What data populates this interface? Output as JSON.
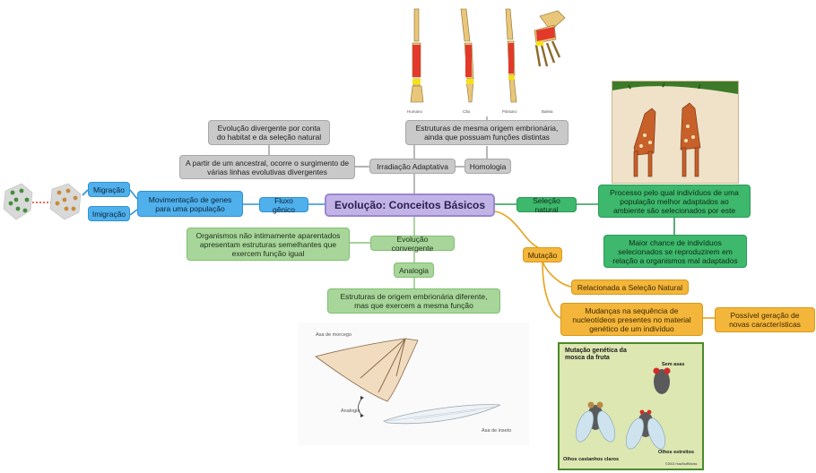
{
  "root": "Evolução: Conceitos Básicos",
  "gray": {
    "irradiacao": "Irradiação Adaptativa",
    "homologia": "Homologia",
    "divergente": "Evolução divergente por conta do habitat e da seleção natural",
    "ancestral": "A partir de um ancestral, ocorre o surgimento de várias linhas evolutivas divergentes",
    "estruturas_mesma": "Estruturas de mesma origem embrionária, ainda que possuam funções distintas"
  },
  "bones": {
    "labels": [
      "Humano",
      "Cão",
      "Pássaro",
      "Baleia"
    ]
  },
  "blue": {
    "fluxo": "Fluxo gênico",
    "movimentacao": "Movimentação de genes para uma população",
    "migracao": "Migração",
    "imigracao": "Imigração"
  },
  "green": {
    "convergente": "Evolução convergente",
    "organismos": "Organismos não intimamente aparentados apresentam estruturas semelhantes que exercem função igual",
    "analogia": "Analogia",
    "estruturas_diferente": "Estruturas de origem embrionária diferente, mas que exercem a mesma função"
  },
  "selecao": {
    "label": "Seleção natural",
    "processo": "Processo pelo qual indivíduos de uma população melhor adaptados ao ambiente são selecionados por este",
    "maior": "Maior chance de indivíduos selecionados se reproduzirem em relação a organismos mal adaptados"
  },
  "mutacao": {
    "label": "Mutação",
    "relacionada": "Relacionada a Seleção Natural",
    "mudancas": "Mudanças na sequência de nucleotídeos presentes no material genético de um indivíduo",
    "possivel": "Possível geração de novas características"
  },
  "wing_figure": {
    "morcego": "Asa de morcego",
    "analogia": "Analogia",
    "inseto": "Asa de inseto"
  },
  "fly_figure": {
    "title": "Mutação genética da mosca da fruta",
    "sem_asas": "Sem asas",
    "estreitos": "Olhos estreitos",
    "castanhos": "Olhos castanhos claros",
    "credit": "©2001 HowStuffWorks"
  },
  "colors": {
    "gray": "#c9c9c9",
    "green": "#a8d69a",
    "dark_green": "#3db86c",
    "blue": "#4fb0ec",
    "orange": "#f3b63a",
    "root": "#c2b3e6"
  }
}
